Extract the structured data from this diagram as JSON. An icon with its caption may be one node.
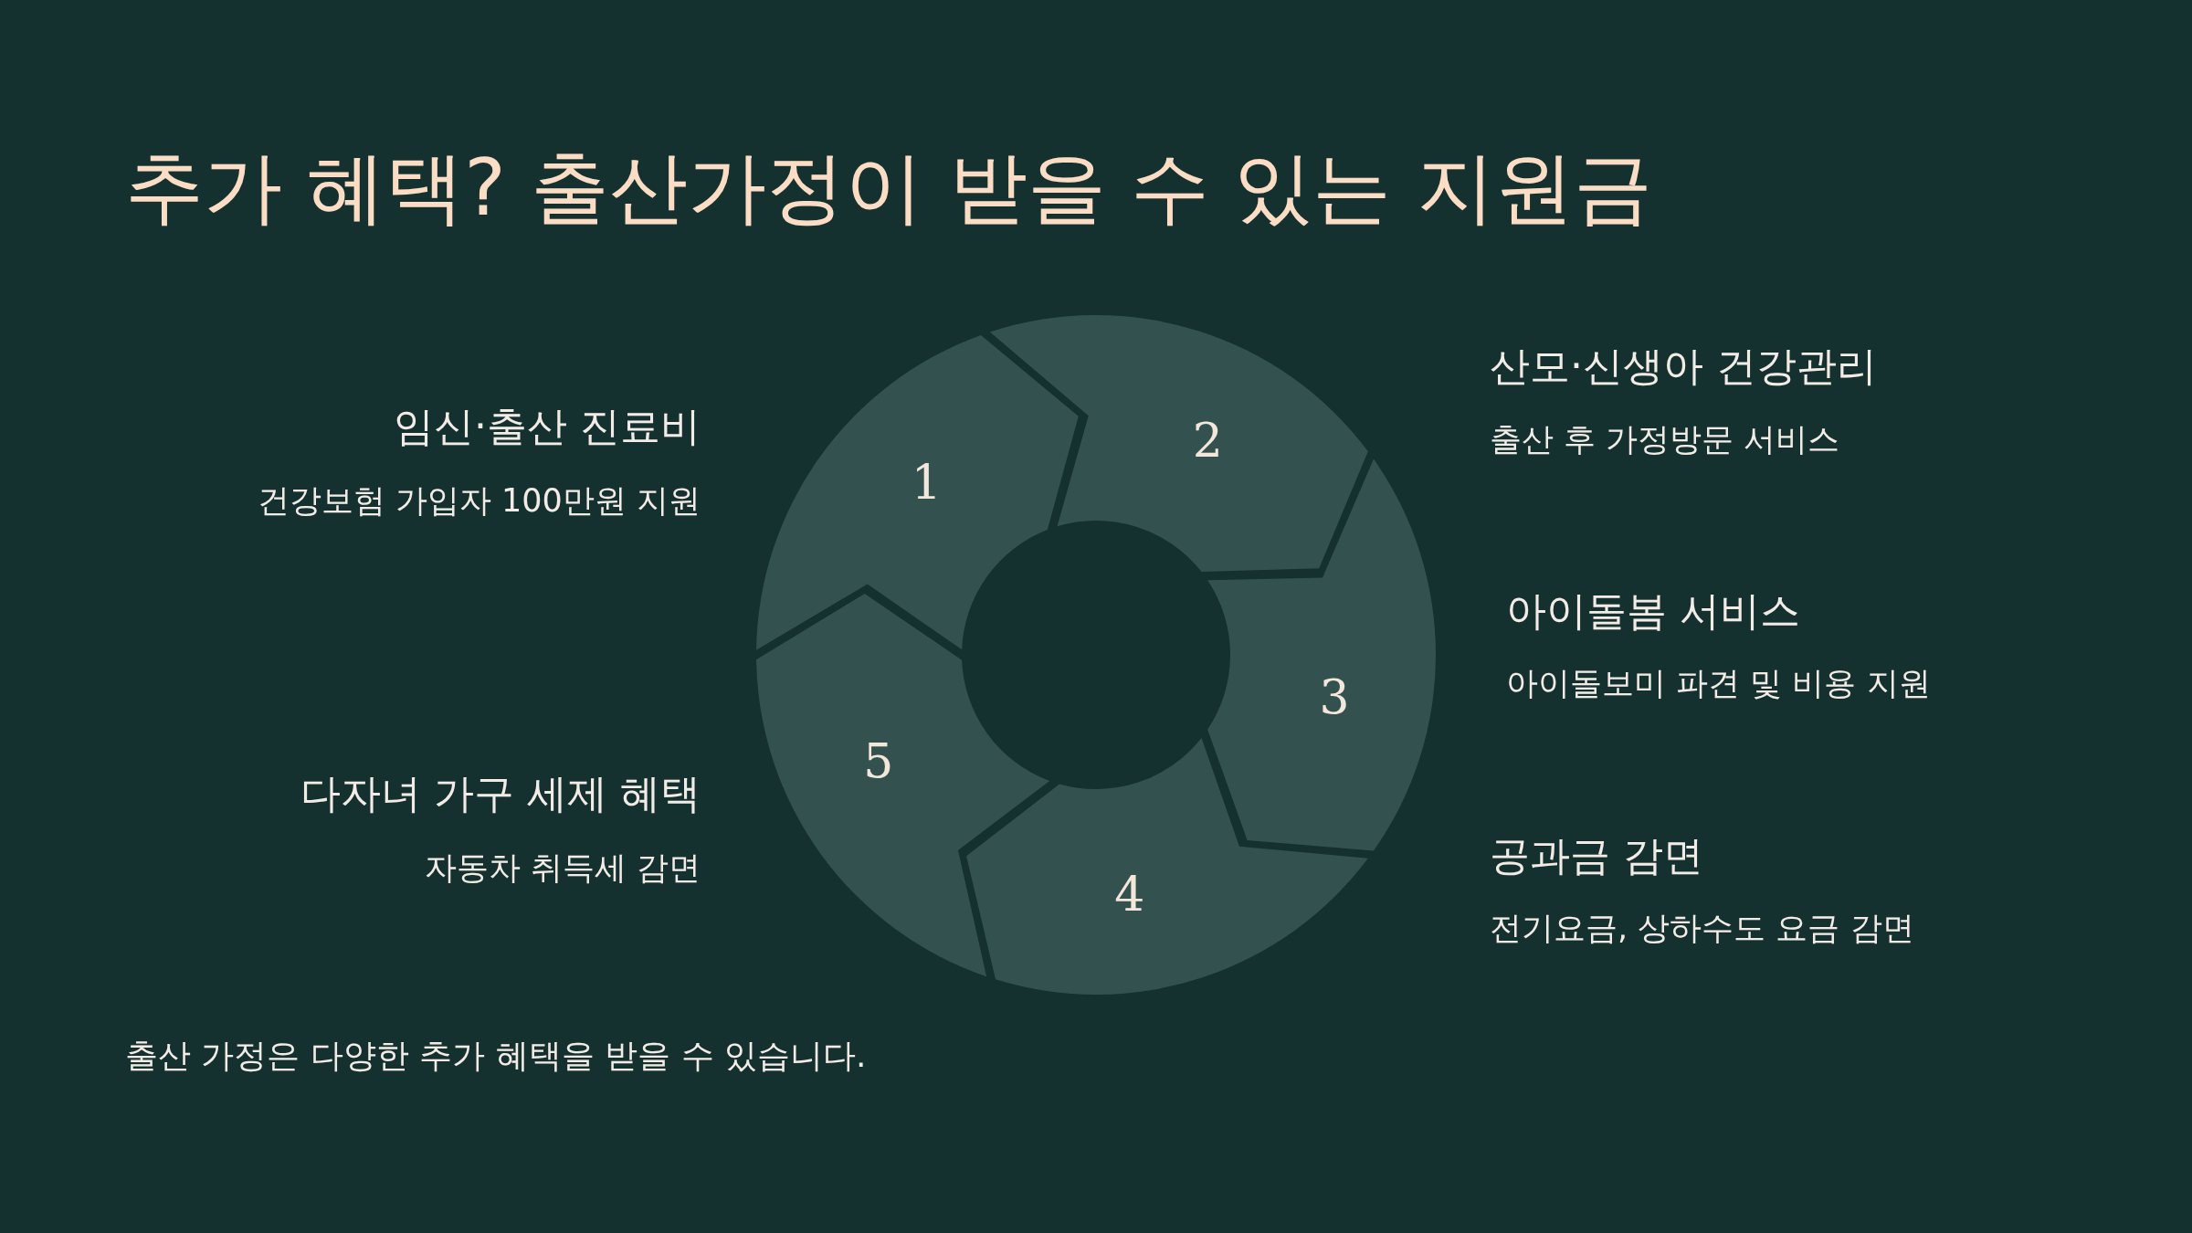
{
  "diagram": {
    "title": "추가 혜택? 출산가정이 받을 수 있는 지원금",
    "caption": "출산 가정은 다양한 추가 혜택을 받을 수 있습니다.",
    "nodes": [
      {
        "text": [
          "1"
        ],
        "beside": [
          "임신·출산 진료비",
          "건강보험 가입자 100만원 지원"
        ]
      },
      {
        "text": [
          "2"
        ],
        "beside": [
          "산모·신생아 건강관리",
          "출산 후 가정방문 서비스"
        ]
      },
      {
        "text": [
          "3"
        ],
        "beside": [
          "아이돌봄 서비스",
          "아이돌보미 파견 및 비용 지원"
        ]
      },
      {
        "text": [
          "4"
        ],
        "beside": [
          "공과금 감면",
          "전기요금, 상하수도 요금 감면"
        ]
      },
      {
        "text": [
          "5"
        ],
        "beside": [
          "다자녀 가구 세제 혜택",
          "자동차 취득세 감면"
        ]
      }
    ]
  }
}
